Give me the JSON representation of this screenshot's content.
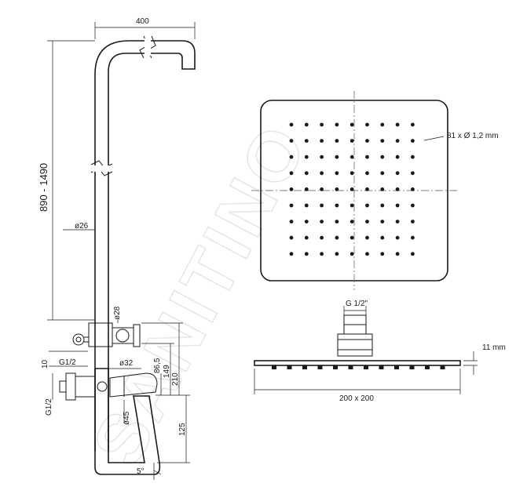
{
  "watermark": "SANITINO",
  "labels": {
    "width_top": "400",
    "height_range": "890 - 1490",
    "pipe_diameter": "ø26",
    "diam_28": "ø28",
    "diam_32": "ø32",
    "diam_45": "ø45",
    "g12_upper": "G1/2",
    "g12_lower": "G1/2",
    "dim_10": "10",
    "dim_86_5": "86,5",
    "dim_149": "149",
    "dim_210": "210",
    "dim_125": "125",
    "angle_5": "5°",
    "nozzles": "81 x Ø 1,2 mm",
    "head_connector": "G 1/2\"",
    "head_thickness": "11 mm",
    "head_size": "200 x 200"
  }
}
